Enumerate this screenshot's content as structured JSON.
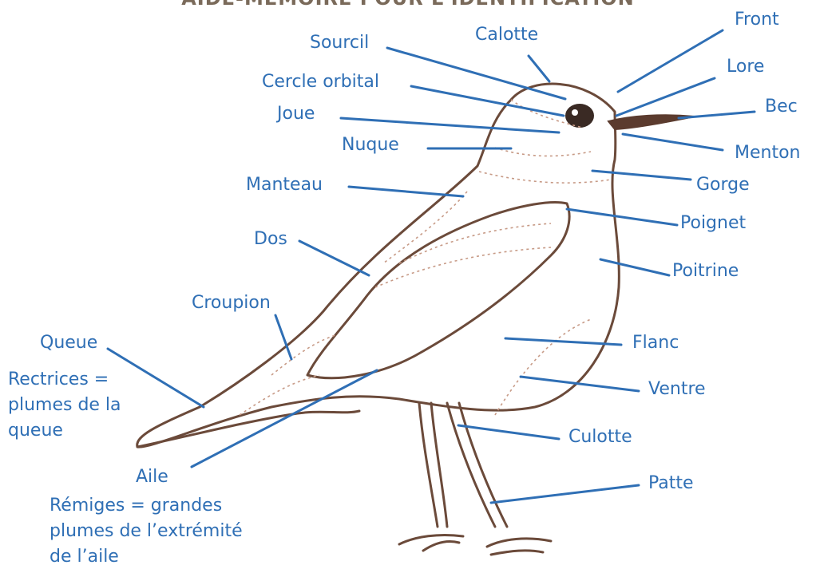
{
  "title": "AIDE-MÉMOIRE POUR L'IDENTIFICATION",
  "colors": {
    "label": "#2f6fb5",
    "line": "#2f6fb5",
    "bird_outline": "#6b4a3a",
    "bird_detail": "#c79a86"
  },
  "labels": {
    "front": "Front",
    "calotte": "Calotte",
    "sourcil": "Sourcil",
    "lore": "Lore",
    "cercle_orbital": "Cercle orbital",
    "bec": "Bec",
    "joue": "Joue",
    "menton": "Menton",
    "nuque": "Nuque",
    "gorge": "Gorge",
    "manteau": "Manteau",
    "poignet": "Poignet",
    "dos": "Dos",
    "poitrine": "Poitrine",
    "croupion": "Croupion",
    "queue": "Queue",
    "flanc": "Flanc",
    "ventre": "Ventre",
    "culotte": "Culotte",
    "aile": "Aile",
    "patte": "Patte"
  },
  "notes": {
    "rectrices": "Rectrices =\nplumes de la\nqueue",
    "remiges": "Rémiges = grandes\nplumes de l’extrémité\nde l’aile"
  }
}
